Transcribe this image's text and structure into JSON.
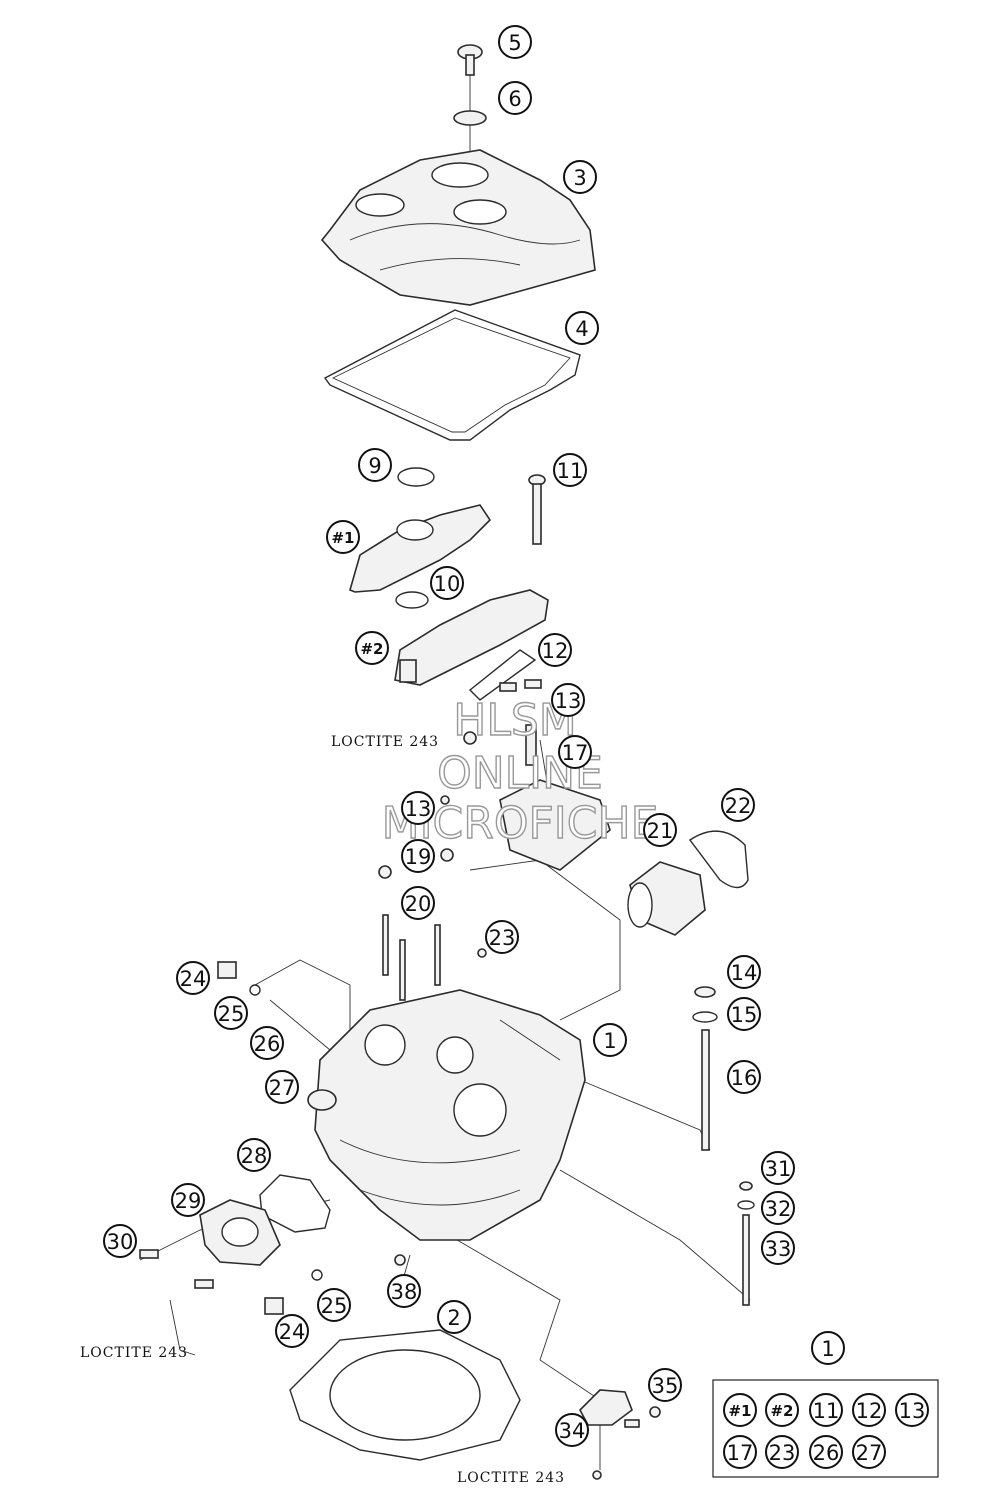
{
  "callouts": [
    {
      "label": "5"
    },
    {
      "label": "6"
    },
    {
      "label": "3"
    },
    {
      "label": "4"
    },
    {
      "label": "9"
    },
    {
      "label": "11"
    },
    {
      "label": "#1"
    },
    {
      "label": "10"
    },
    {
      "label": "#2"
    },
    {
      "label": "12"
    },
    {
      "label": "13"
    },
    {
      "label": "17"
    },
    {
      "label": "13"
    },
    {
      "label": "19"
    },
    {
      "label": "21"
    },
    {
      "label": "22"
    },
    {
      "label": "20"
    },
    {
      "label": "23"
    },
    {
      "label": "24"
    },
    {
      "label": "25"
    },
    {
      "label": "26"
    },
    {
      "label": "1"
    },
    {
      "label": "14"
    },
    {
      "label": "15"
    },
    {
      "label": "16"
    },
    {
      "label": "27"
    },
    {
      "label": "28"
    },
    {
      "label": "29"
    },
    {
      "label": "31"
    },
    {
      "label": "32"
    },
    {
      "label": "33"
    },
    {
      "label": "30"
    },
    {
      "label": "38"
    },
    {
      "label": "2"
    },
    {
      "label": "25"
    },
    {
      "label": "24"
    },
    {
      "label": "35"
    },
    {
      "label": "34"
    }
  ],
  "loctite_labels": [
    "LOCTITE 243",
    "LOCTITE 243",
    "LOCTITE 243"
  ],
  "kit": {
    "header": "1",
    "items": [
      "#1",
      "#2",
      "11",
      "12",
      "13",
      "17",
      "23",
      "26",
      "27"
    ]
  },
  "watermark": {
    "line1": "HLSM",
    "line2": "ONLINE",
    "line3": "MICROFICHE"
  }
}
